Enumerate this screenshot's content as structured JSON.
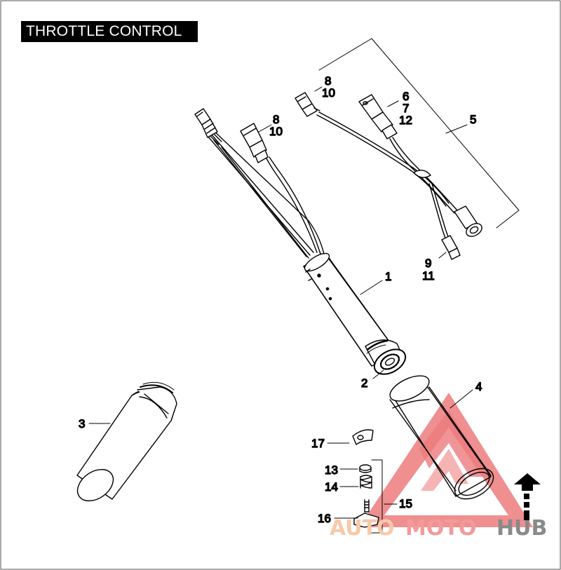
{
  "title": "THROTTLE CONTROL",
  "callouts": [
    {
      "id": "c1",
      "text": "1"
    },
    {
      "id": "c2",
      "text": "2"
    },
    {
      "id": "c3",
      "text": "3"
    },
    {
      "id": "c4",
      "text": "4"
    },
    {
      "id": "c5",
      "text": "5"
    },
    {
      "id": "c6",
      "text": "6"
    },
    {
      "id": "c7",
      "text": "7"
    },
    {
      "id": "c12",
      "text": "12"
    },
    {
      "id": "c8a",
      "text": "8"
    },
    {
      "id": "c10a",
      "text": "10"
    },
    {
      "id": "c8b",
      "text": "8"
    },
    {
      "id": "c10b",
      "text": "10"
    },
    {
      "id": "c9",
      "text": "9"
    },
    {
      "id": "c11",
      "text": "11"
    },
    {
      "id": "c13",
      "text": "13"
    },
    {
      "id": "c14",
      "text": "14"
    },
    {
      "id": "c15",
      "text": "15"
    },
    {
      "id": "c16",
      "text": "16"
    },
    {
      "id": "c17",
      "text": "17"
    }
  ],
  "watermark": {
    "part1": "AUTO",
    "part2": "MOTO",
    "part3": "HUB"
  },
  "colors": {
    "line": "#000000",
    "watermark_red": "#e8585a",
    "watermark_pink": "#f4a3a3",
    "watermark_orange": "#f5c19a",
    "watermark_gray": "#8a8a8a"
  }
}
